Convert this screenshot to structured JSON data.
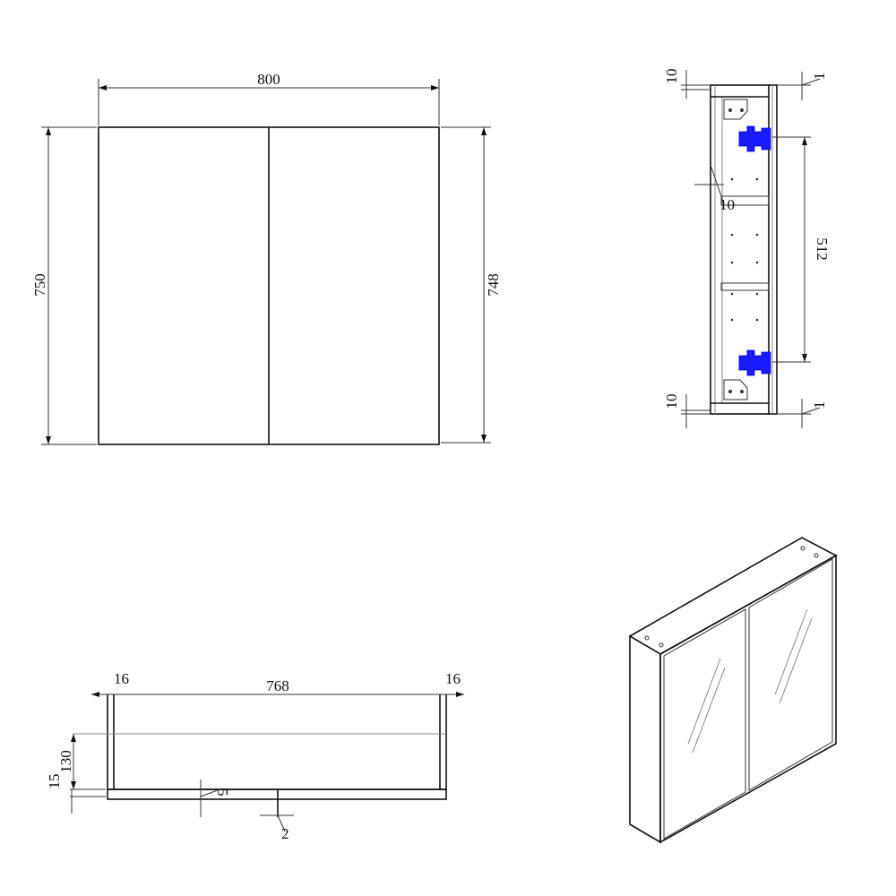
{
  "front_view": {
    "width_label": "800",
    "height_left_label": "750",
    "height_right_label": "748"
  },
  "side_view": {
    "top_gap_label": "10",
    "top_door_label": "1",
    "bottom_gap_label": "10",
    "bottom_door_label": "1",
    "hinge_spacing_label": "512",
    "shelf_label": "10",
    "hinge_color": "#1a1aff"
  },
  "top_view": {
    "left_side_label": "16",
    "inner_width_label": "768",
    "right_side_label": "16",
    "depth_label": "130",
    "door_thickness_label": "15",
    "mirror_label": "5",
    "gap_label": "2"
  },
  "isometric_view": {}
}
